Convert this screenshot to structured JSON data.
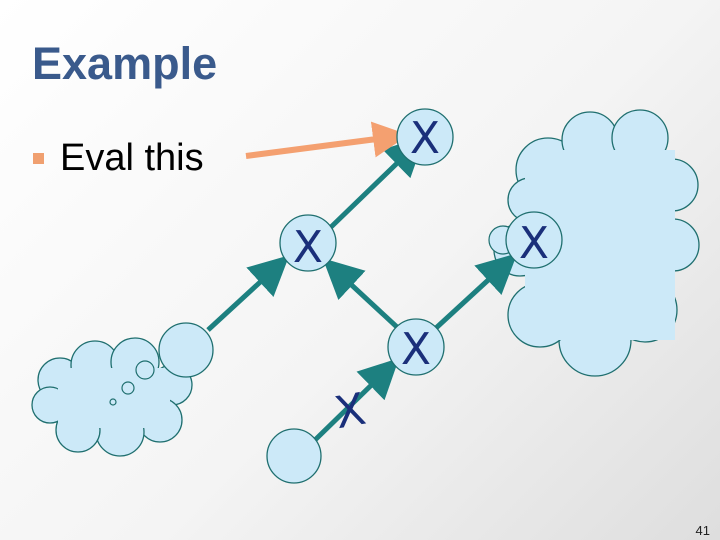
{
  "slide": {
    "title": "Example",
    "bullet": "Eval this",
    "page_number": "41"
  },
  "diagram": {
    "node_marker": "X",
    "cross_marker": "X",
    "colors": {
      "cloud_fill": "#cce9f8",
      "cloud_stroke": "#1f6f6f",
      "edge": "#1d8080",
      "pointer_arrow": "#f4a070",
      "marker": "#1a2f7a"
    }
  }
}
